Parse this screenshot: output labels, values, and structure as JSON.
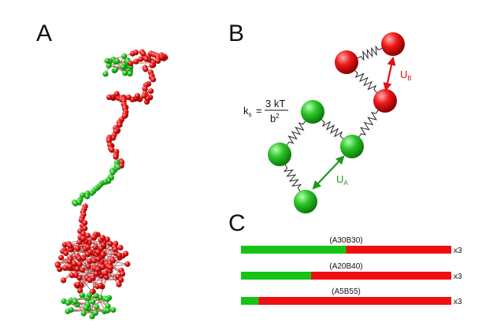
{
  "panels": {
    "a": {
      "letter": "A"
    },
    "b": {
      "letter": "B",
      "formula": {
        "lhs": "k",
        "lhs_sub": "s",
        "eq": "=",
        "numerator": "3 kT",
        "denominator": "b",
        "den_sup": "2"
      },
      "potential_a": {
        "symbol": "U",
        "sub": "A"
      },
      "potential_b": {
        "symbol": "U",
        "sub": "B"
      }
    },
    "c": {
      "letter": "C",
      "bars": [
        {
          "label": "(A30B30)",
          "green_fraction": 0.5,
          "multiplier": "x3"
        },
        {
          "label": "(A20B40)",
          "green_fraction": 0.3333,
          "multiplier": "x3"
        },
        {
          "label": "(A5B55)",
          "green_fraction": 0.0833,
          "multiplier": "x3"
        }
      ]
    }
  },
  "colors": {
    "green": "#16c416",
    "red": "#ee1010",
    "spring": "#222222"
  }
}
